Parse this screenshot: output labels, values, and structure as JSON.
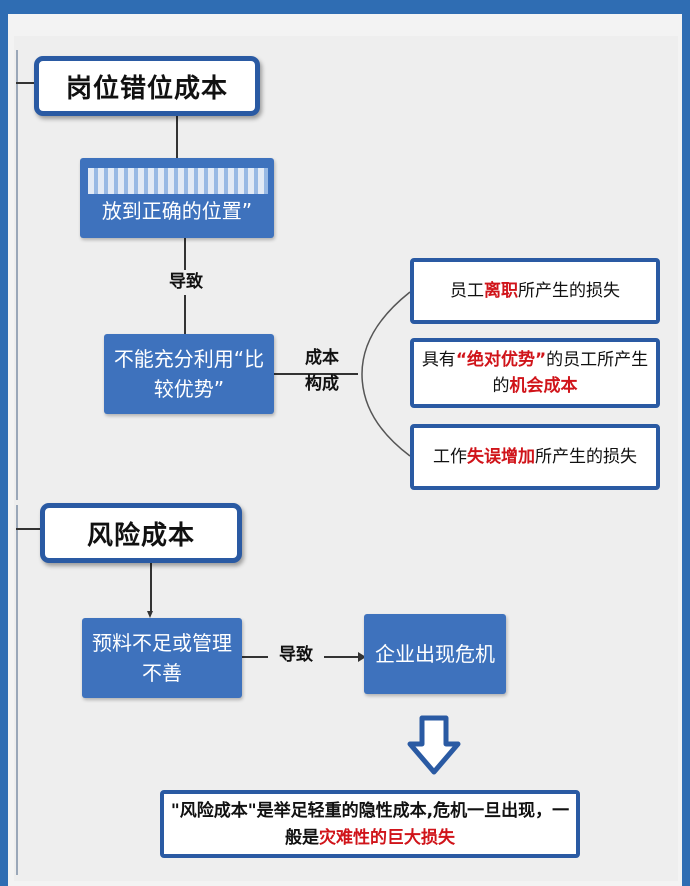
{
  "section1": {
    "title": "岗位错位成本",
    "step1_text": "放到正确的位置”",
    "connector_label": "导致",
    "step2_text": "不能充分利用“比较优势”",
    "composition_label_1": "成本",
    "composition_label_2": "构成",
    "costs": [
      {
        "parts": [
          {
            "t": "员工",
            "r": false
          },
          {
            "t": "离职",
            "r": true
          },
          {
            "t": "所产生的损失",
            "r": false
          }
        ]
      },
      {
        "parts": [
          {
            "t": "具有",
            "r": false
          },
          {
            "t": "“绝对优势”",
            "r": true
          },
          {
            "t": "的员工所产生的",
            "r": false
          },
          {
            "t": "机会成本",
            "r": true
          }
        ]
      },
      {
        "parts": [
          {
            "t": "工作",
            "r": false
          },
          {
            "t": "失误增加",
            "r": true
          },
          {
            "t": "所产生的损失",
            "r": false
          }
        ]
      }
    ]
  },
  "section2": {
    "title": "风险成本",
    "step1_text": "预料不足或管理不善",
    "connector_label": "导致",
    "step2_text": "企业出现危机",
    "conclusion_parts": [
      {
        "t": "\"风险成本\"是举足轻重的隐性成本,危机一旦出现，一般是",
        "r": false
      },
      {
        "t": "灾难性的巨大损失",
        "r": true
      }
    ]
  },
  "colors": {
    "frame": "#2f6db3",
    "box_fill": "#3e72bd",
    "box_border": "#2a5aa3",
    "highlight": "#d0141a"
  },
  "icons": {
    "down_arrow": "hollow-down-arrow-icon"
  }
}
